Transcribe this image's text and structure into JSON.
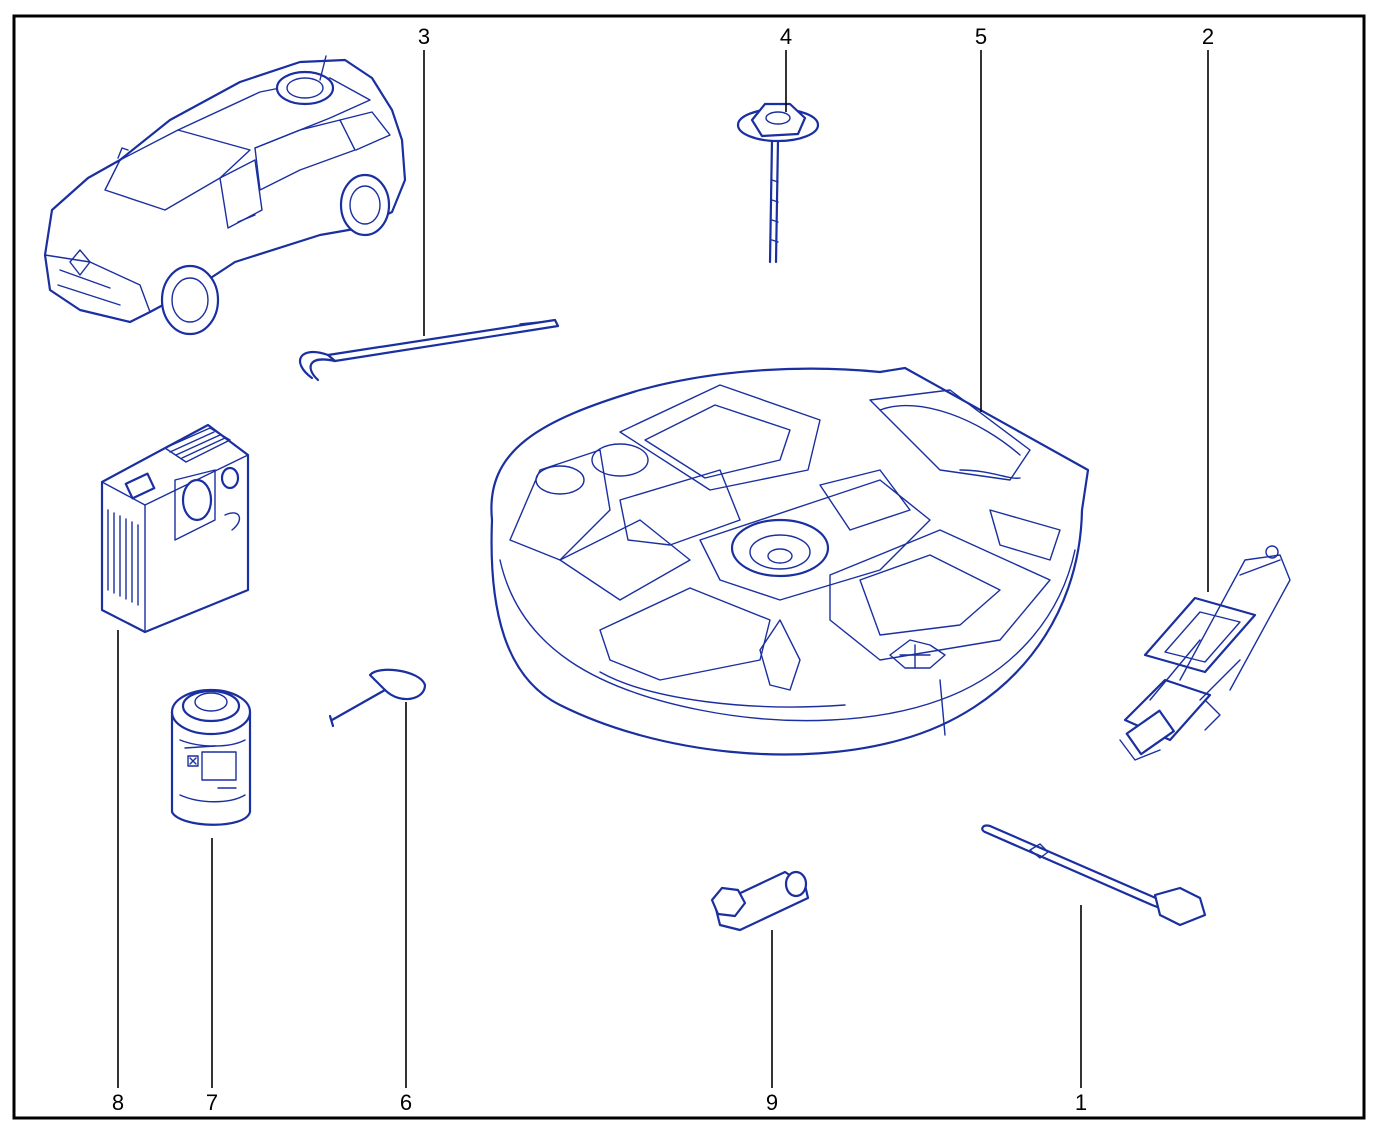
{
  "colors": {
    "line": "#1a2fa0",
    "callout": "#000000",
    "background": "#ffffff"
  },
  "labels": {
    "n1": "1",
    "n2": "2",
    "n3": "3",
    "n4": "4",
    "n5": "5",
    "n6": "6",
    "n7": "7",
    "n8": "8",
    "n9": "9"
  }
}
